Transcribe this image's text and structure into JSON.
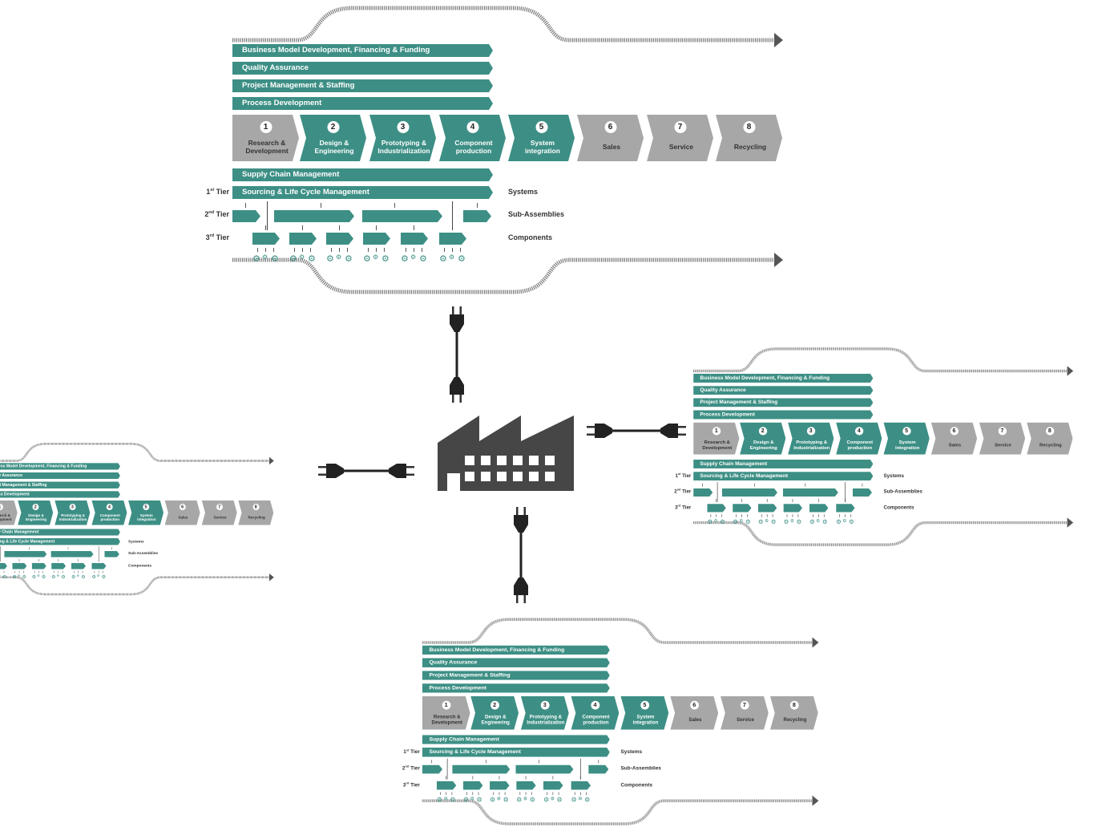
{
  "support_bars_top": [
    "Business Model Development, Financing & Funding",
    "Quality Assurance",
    "Project Management & Staffing",
    "Process Development"
  ],
  "stages": [
    {
      "num": "1",
      "label": "Research &\nDevelopment",
      "highlight": false
    },
    {
      "num": "2",
      "label": "Design &\nEngineering",
      "highlight": true
    },
    {
      "num": "3",
      "label": "Prototyping &\nIndustrialization",
      "highlight": true
    },
    {
      "num": "4",
      "label": "Component\nproduction",
      "highlight": true
    },
    {
      "num": "5",
      "label": "System\nintegration",
      "highlight": true
    },
    {
      "num": "6",
      "label": "Sales",
      "highlight": false
    },
    {
      "num": "7",
      "label": "Service",
      "highlight": false
    },
    {
      "num": "8",
      "label": "Recycling",
      "highlight": false
    }
  ],
  "support_bars_bottom": [
    "Supply Chain Management",
    "Sourcing & Life Cycle Management"
  ],
  "tiers": [
    {
      "num": "1",
      "suffix": "st",
      "word": "Tier"
    },
    {
      "num": "2",
      "suffix": "nd",
      "word": "Tier"
    },
    {
      "num": "3",
      "suffix": "rd",
      "word": "Tier"
    }
  ],
  "levels": [
    "Systems",
    "Sub-Assemblies",
    "Components"
  ],
  "colors": {
    "teal": "#3d8f85",
    "grey": "#a7a7a7",
    "dark": "#444444",
    "factory": "#464646"
  },
  "icons": {
    "gear": "gear-icon",
    "plug": "power-plug-icon",
    "factory": "factory-icon"
  }
}
